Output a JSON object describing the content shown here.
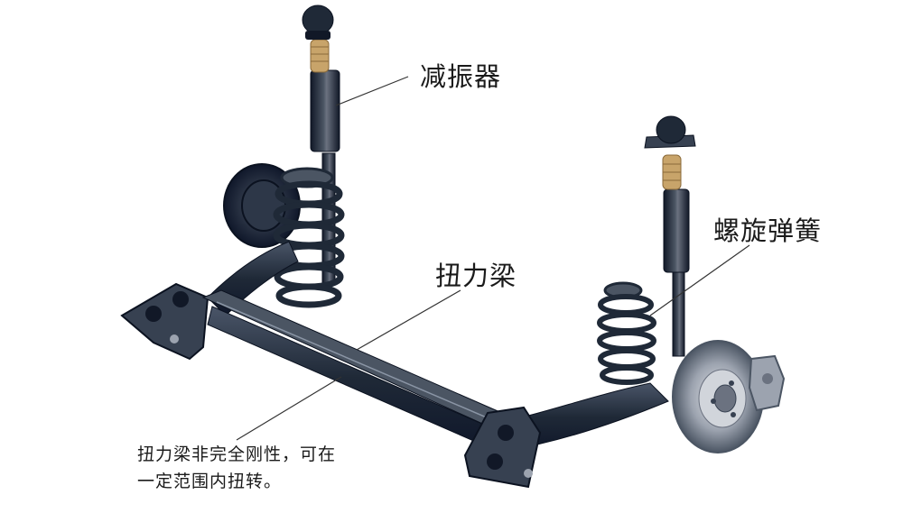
{
  "labels": {
    "shock_absorber": "减振器",
    "coil_spring": "螺旋弹簧",
    "torsion_beam": "扭力梁",
    "note_line1": "扭力梁非完全刚性，可在",
    "note_line2": "一定范围内扭转。"
  },
  "colors": {
    "metal_dark": "#1f2937",
    "metal_mid": "#3b4656",
    "metal_light": "#7b8799",
    "bump_stop": "#c8a46a",
    "disc": "#9aa3ae",
    "leader_line": "#333333"
  }
}
